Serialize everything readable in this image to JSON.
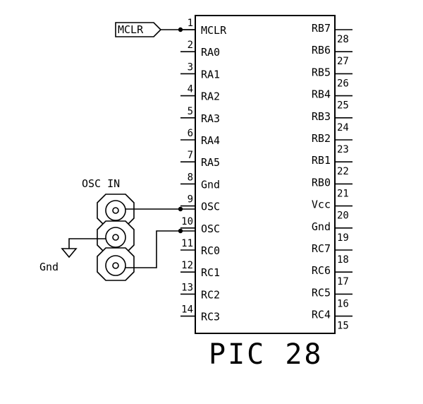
{
  "chip": {
    "name": "PIC 28"
  },
  "left_pins": [
    {
      "num": "1",
      "label": "MCLR"
    },
    {
      "num": "2",
      "label": "RA0"
    },
    {
      "num": "3",
      "label": "RA1"
    },
    {
      "num": "4",
      "label": "RA2"
    },
    {
      "num": "5",
      "label": "RA3"
    },
    {
      "num": "6",
      "label": "RA4"
    },
    {
      "num": "7",
      "label": "RA5"
    },
    {
      "num": "8",
      "label": "Gnd"
    },
    {
      "num": "9",
      "label": "OSC"
    },
    {
      "num": "10",
      "label": "OSC"
    },
    {
      "num": "11",
      "label": "RC0"
    },
    {
      "num": "12",
      "label": "RC1"
    },
    {
      "num": "13",
      "label": "RC2"
    },
    {
      "num": "14",
      "label": "RC3"
    }
  ],
  "right_pins": [
    {
      "num": "28",
      "label": "RB7"
    },
    {
      "num": "27",
      "label": "RB6"
    },
    {
      "num": "26",
      "label": "RB5"
    },
    {
      "num": "25",
      "label": "RB4"
    },
    {
      "num": "24",
      "label": "RB3"
    },
    {
      "num": "23",
      "label": "RB2"
    },
    {
      "num": "22",
      "label": "RB1"
    },
    {
      "num": "21",
      "label": "RB0"
    },
    {
      "num": "20",
      "label": "Vcc"
    },
    {
      "num": "19",
      "label": "Gnd"
    },
    {
      "num": "18",
      "label": "RC7"
    },
    {
      "num": "17",
      "label": "RC6"
    },
    {
      "num": "16",
      "label": "RC5"
    },
    {
      "num": "15",
      "label": "RC4"
    }
  ],
  "mclr_port": {
    "label": "MCLR"
  },
  "oscillator": {
    "label": "OSC IN"
  },
  "ground": {
    "label": "Gnd"
  }
}
